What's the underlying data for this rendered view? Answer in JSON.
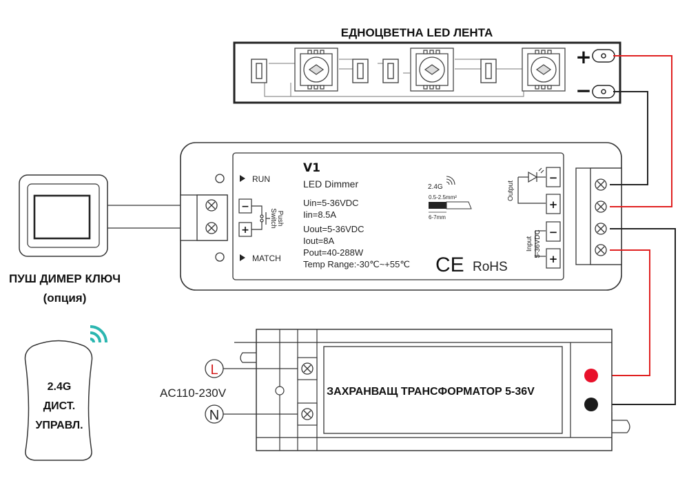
{
  "strip": {
    "title": "ЕДНОЦВЕТНА LED ЛЕНТА",
    "plus_label": "+",
    "minus_label": "−"
  },
  "dimmer": {
    "model": "V1",
    "name": "LED Dimmer",
    "uin": "Uin=5-36VDC",
    "iin": "Iin=8.5A",
    "uout": "Uout=5-36VDC",
    "iout": "Iout=8A",
    "pout": "Pout=40-288W",
    "temp": "Temp Range:-30℃~+55℃",
    "run_label": "RUN",
    "match_label": "MATCH",
    "push_switch_1": "Push",
    "push_switch_2": "Switch",
    "wireless": "2.4G",
    "wire_gauge": "0.5-2.5mm²",
    "strip_length": "6-7mm",
    "ce": "CE",
    "rohs": "RoHS",
    "output_label": "Output",
    "input_label_1": "Input",
    "input_label_2": "5-36VDC",
    "minus": "−",
    "plus": "+"
  },
  "switch": {
    "label_1": "ПУШ ДИМЕР КЛЮЧ",
    "label_2": "(опция)"
  },
  "remote": {
    "line_1": "2.4G",
    "line_2": "ДИСТ.",
    "line_3": "УПРАВЛ."
  },
  "transformer": {
    "label": "ЗАХРАНВАЩ ТРАНСФОРМАТОР 5-36V",
    "ac_label": "AC110-230V",
    "l_label": "L",
    "n_label": "N"
  },
  "colors": {
    "positive_wire": "#e02020",
    "negative_wire": "#222222",
    "l_terminal": "#d42020",
    "red_dot": "#e8102a",
    "wifi": "#2bb6b0"
  }
}
